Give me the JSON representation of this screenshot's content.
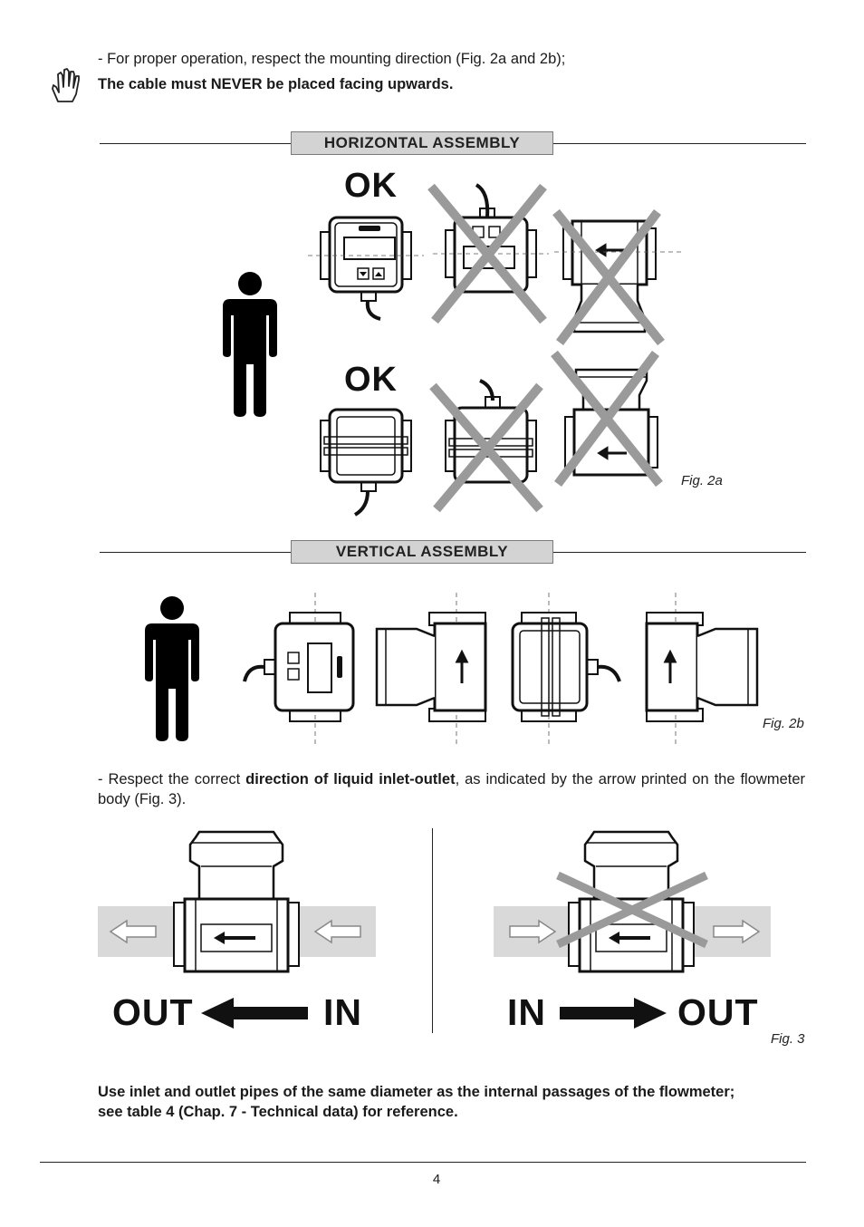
{
  "intro": {
    "line1": "- For proper operation, respect the mounting direction (Fig. 2a and 2b);",
    "line2": "The cable must NEVER be placed facing upwards."
  },
  "sections": {
    "horizontal": "HORIZONTAL ASSEMBLY",
    "vertical": "VERTICAL ASSEMBLY"
  },
  "ok_labels": [
    "OK",
    "OK"
  ],
  "figures": {
    "fig2a": "Fig. 2a",
    "fig2b": "Fig. 2b",
    "fig3": "Fig. 3"
  },
  "direction_text": {
    "part1": "- Respect the correct ",
    "bold": "direction of liquid inlet-outlet",
    "part2": ", as indicated by the arrow printed on the flowmeter body (Fig. 3)."
  },
  "fig3_labels": {
    "left_out": "OUT",
    "left_in": "IN",
    "right_in": "IN",
    "right_out": "OUT"
  },
  "note": {
    "line1": "Use inlet and outlet pipes of the same diameter as the internal passages of the flowmeter;",
    "line2": "see table 4 (Chap. 7 - Technical data) for reference."
  },
  "page_number": "4",
  "icons": {
    "hand": "hand-stop-icon",
    "person": "standing-person-icon",
    "flowmeter": "flowmeter-device-icon",
    "cross": "x-cross-icon",
    "arrow": "flow-arrow-icon"
  },
  "colors": {
    "cross": "#9a9a9a",
    "label_bg": "#d3d3d3",
    "pipe_band": "#d9d9d9"
  }
}
